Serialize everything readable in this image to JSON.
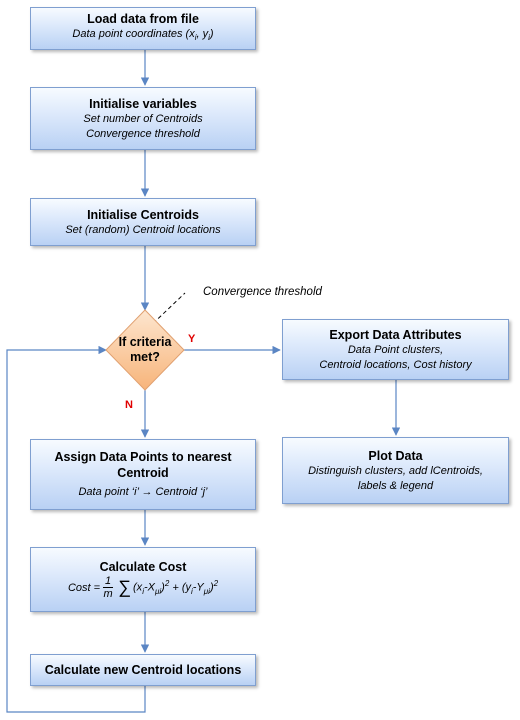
{
  "boxes": {
    "load": {
      "title": "Load data from file",
      "sub": "Data point coordinates (x",
      "sub_i": "i",
      "sub_mid": ", y",
      "sub_end": ")"
    },
    "init_vars": {
      "title": "Initialise variables",
      "line1": "Set number of Centroids",
      "line2": "Convergence threshold"
    },
    "init_centroids": {
      "title": "Initialise Centroids",
      "sub": "Set (random) Centroid  locations"
    },
    "assign": {
      "title_line1": "Assign Data Points to nearest",
      "title_line2": "Centroid",
      "sub": "Data point ‘i’ → Centroid  ‘j’"
    },
    "cost": {
      "title": "Calculate Cost",
      "cost_label": "Cost =",
      "frac_num": "1",
      "frac_den": "m",
      "sigma": "∑",
      "term1_open": "(x",
      "term1_sub_i": "i",
      "term1_mid": "-X",
      "term1_sub_mu": "μi",
      "term1_close": ")",
      "term1_sup": "2",
      "plus": " + ",
      "term2_open": "(y",
      "term2_sub_i": "i",
      "term2_mid": "-Y",
      "term2_sub_mu": "μi",
      "term2_close": ")",
      "term2_sup": "2"
    },
    "new_centroids": {
      "title": "Calculate new Centroid locations"
    },
    "export": {
      "title": "Export Data Attributes",
      "line1": "Data Point clusters,",
      "line2": "Centroid locations,  Cost history"
    },
    "plot": {
      "title": "Plot Data",
      "line1": "Distinguish clusters, add lCentroids,",
      "line2": "labels & legend"
    }
  },
  "decision": {
    "line1": "If criteria",
    "line2": "met?"
  },
  "labels": {
    "yes": "Y",
    "no": "N",
    "note": "Convergence threshold"
  },
  "colors": {
    "box_border": "#7f9fd0",
    "connector": "#5b86c4",
    "decision_fill": "#fbc99a",
    "decision_border": "#e0a070",
    "yn": "#e00000"
  }
}
